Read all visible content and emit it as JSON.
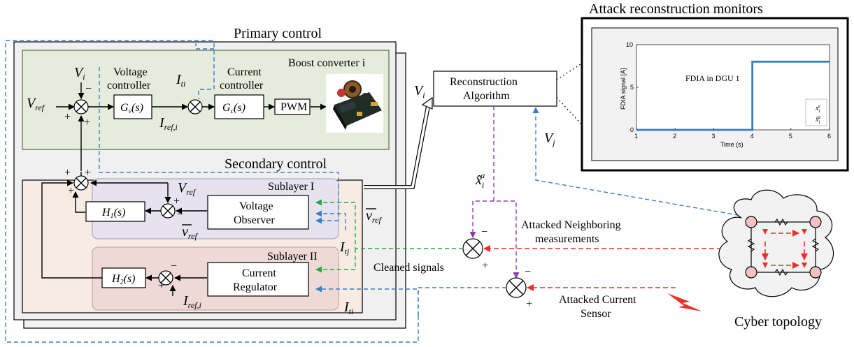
{
  "titles": {
    "primary": "Primary control",
    "secondary": "Secondary control",
    "monitors": "Attack reconstruction monitors",
    "boost": "Boost converter i",
    "sublayer1": "Sublayer I",
    "sublayer2": "Sublayer II",
    "cyber": "Cyber topology"
  },
  "blocks": {
    "gv": "G",
    "gv_sub": "v",
    "gv_tail": "(s)",
    "gc": "G",
    "gc_sub": "c",
    "gc_tail": "(s)",
    "pwm": "PWM",
    "h1": "H",
    "h1_sub": "1",
    "h1_tail": "(s)",
    "h2": "H",
    "h2_sub": "2",
    "h2_tail": "(s)",
    "voltage_observer_l1": "Voltage",
    "voltage_observer_l2": "Observer",
    "current_regulator_l1": "Current",
    "current_regulator_l2": "Regulator",
    "recon_l1": "Reconstruction",
    "recon_l2": "Algorithm"
  },
  "labels": {
    "voltage_controller_l1": "Voltage",
    "voltage_controller_l2": "controller",
    "current_controller_l1": "Current",
    "current_controller_l2": "controller",
    "vref": "V",
    "vref_sub": "ref",
    "vi": "V",
    "vi_sub": "i",
    "iti": "I",
    "iti_sub": "ti",
    "iref": "I",
    "iref_sub": "ref,i",
    "itj": "I",
    "itj_sub": "tj",
    "vj": "V",
    "vj_sub": "j",
    "vbar": "v",
    "vbar_sub": "ref",
    "xhat": "x̂",
    "xhat_sub": "i",
    "xhat_sup": "a",
    "attacked_neighbor_l1": "Attacked Neighboring",
    "attacked_neighbor_l2": "measurements",
    "cleaned": "Cleaned signals",
    "attacked_current_l1": "Attacked Current",
    "attacked_current_l2": "Sensor",
    "plus": "+",
    "minus": "−"
  },
  "monitor_plot": {
    "annotation": "FDIA in DGU 1",
    "ylabel": "FDIA signal [A]",
    "xlabel": "Time (s)",
    "legend": [
      "x",
      "x̂"
    ],
    "legend_sub": "i",
    "legend_sup": "a"
  },
  "chart_data": {
    "type": "line",
    "title": "",
    "xlabel": "Time (s)",
    "ylabel": "FDIA signal [A]",
    "xlim": [
      1,
      6
    ],
    "ylim": [
      0,
      10
    ],
    "x_ticks": [
      1,
      2,
      3,
      4,
      5,
      6
    ],
    "y_ticks": [
      0,
      5,
      10
    ],
    "series": [
      {
        "name": "x_i^a",
        "x": [
          1,
          4,
          4,
          6
        ],
        "values": [
          0,
          0,
          8,
          8
        ]
      },
      {
        "name": "x̂_i^a",
        "x": [
          1,
          4,
          4,
          6
        ],
        "values": [
          0,
          0,
          8,
          8
        ]
      }
    ],
    "color": "#1f77b4",
    "legend_placement": "bottom-right"
  },
  "colors": {
    "primary_bg": "#e6ecdc",
    "secondary_bg": "#f6ece4",
    "sublayer1_bg": "#e6e3ef",
    "sublayer2_bg": "#efd9d7",
    "blue": "#3b7dc4",
    "red": "#e8302a",
    "green": "#27a844",
    "purple": "#8b3fb0"
  }
}
